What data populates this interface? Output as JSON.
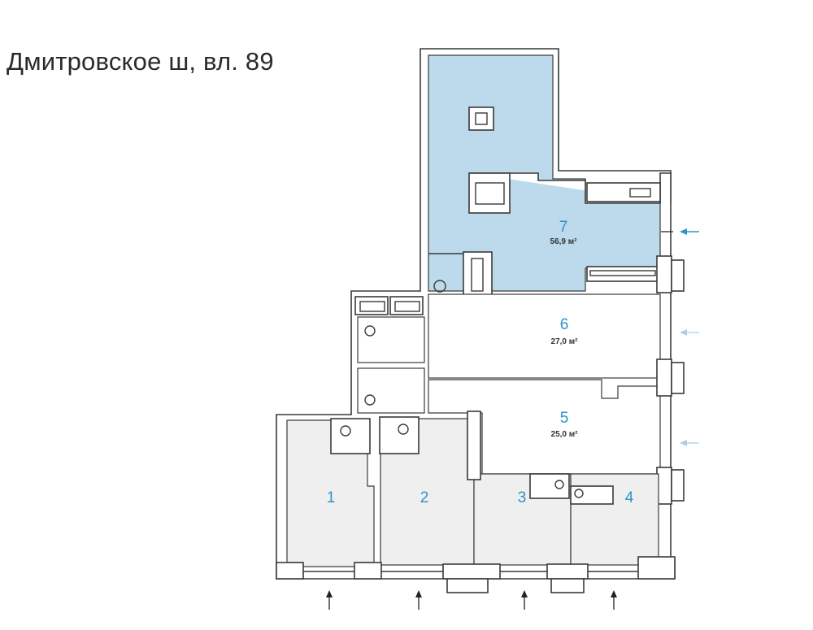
{
  "title": "Дмитровское ш, вл. 89",
  "colors": {
    "highlight_room": "#bcdaec",
    "room_number": "#2f93c9",
    "other_rooms": "#efefef"
  },
  "rooms": [
    {
      "number": "1"
    },
    {
      "number": "2"
    },
    {
      "number": "3"
    },
    {
      "number": "4"
    },
    {
      "number": "5",
      "area": "25,0 м²"
    },
    {
      "number": "6",
      "area": "27,0 м²"
    },
    {
      "number": "7",
      "area": "56,9 м²"
    }
  ]
}
